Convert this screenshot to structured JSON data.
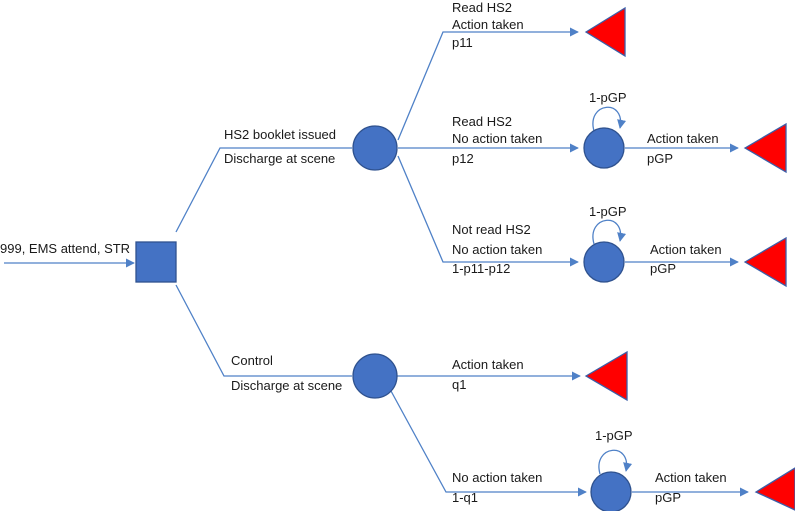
{
  "colors": {
    "edge": "#4f81c7",
    "node_fill": "#4472c4",
    "node_stroke": "#2f528f",
    "terminal_fill": "#ff0000"
  },
  "root": {
    "label": "999, EMS attend, STR"
  },
  "hs2_branch": {
    "label_line1": "HS2 booklet issued",
    "label_line2": "Discharge at scene",
    "read_action": {
      "line1": "Read HS2",
      "line2": "Action taken",
      "prob": "p11"
    },
    "read_no_action": {
      "line1": "Read HS2",
      "line2": "No action taken",
      "prob": "p12",
      "loop_label": "1-pGP",
      "outcome_label": "Action taken",
      "outcome_prob": "pGP"
    },
    "not_read": {
      "line1": "Not read HS2",
      "line2": "No action taken",
      "prob": "1-p11-p12",
      "loop_label": "1-pGP",
      "outcome_label": "Action taken",
      "outcome_prob": "pGP"
    }
  },
  "control_branch": {
    "label_line1": "Control",
    "label_line2": "Discharge at scene",
    "action": {
      "line1": "Action taken",
      "prob": "q1"
    },
    "no_action": {
      "line1": "No action taken",
      "prob": "1-q1",
      "loop_label": "1-pGP",
      "outcome_label": "Action taken",
      "outcome_prob": "pGP"
    }
  }
}
